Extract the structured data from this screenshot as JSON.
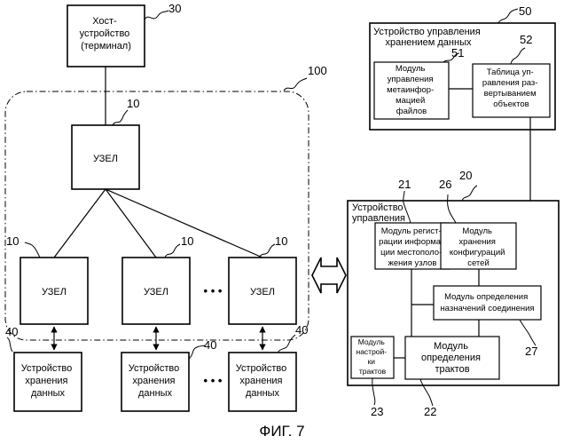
{
  "host": {
    "lines": [
      "Хост-",
      "устройство",
      "(терминал)"
    ],
    "ref": "30"
  },
  "system_ref": "100",
  "top_node": {
    "label": "УЗЕЛ",
    "ref": "10"
  },
  "nodes": [
    {
      "label": "УЗЕЛ",
      "ref": "10"
    },
    {
      "label": "УЗЕЛ",
      "ref": "10"
    },
    {
      "label": "УЗЕЛ",
      "ref": "10"
    }
  ],
  "ellipsis": "• • •",
  "storage": [
    {
      "lines": [
        "Устройство",
        "хранения",
        "данных"
      ],
      "ref": "40"
    },
    {
      "lines": [
        "Устройство",
        "хранения",
        "данных"
      ],
      "ref": "40"
    },
    {
      "lines": [
        "Устройство",
        "хранения",
        "данных"
      ],
      "ref": "40"
    }
  ],
  "storage_mgmt": {
    "title_lines": [
      "Устройство управления",
      "хранением данных"
    ],
    "ref": "50",
    "metainfo_module": {
      "lines": [
        "Модуль",
        "управления",
        "метаинфор-",
        "мацией",
        "файлов"
      ],
      "ref": "51"
    },
    "deploy_table": {
      "lines": [
        "Таблица уп-",
        "равления раз-",
        "вертыванием",
        "объектов"
      ],
      "ref": "52"
    }
  },
  "control": {
    "title_lines": [
      "Устройство",
      "управления"
    ],
    "ref": "20",
    "location_module": {
      "lines": [
        "Модуль регист-",
        "рации информа-",
        "ции местополо-",
        "жения узлов"
      ],
      "ref": "21"
    },
    "netconfig_module": {
      "lines": [
        "Модуль",
        "хранения",
        "конфигураций",
        "сетей"
      ],
      "ref": "26"
    },
    "conn_module": {
      "lines": [
        "Модуль определения",
        "назначений соединения"
      ],
      "ref": "27"
    },
    "tuning_module": {
      "lines": [
        "Модуль",
        "настрой-",
        "ки",
        "трактов"
      ],
      "ref": "23"
    },
    "tract_module": {
      "lines": [
        "Модуль",
        "определения",
        "трактов"
      ],
      "ref": "22"
    }
  },
  "caption": "ФИГ. 7"
}
